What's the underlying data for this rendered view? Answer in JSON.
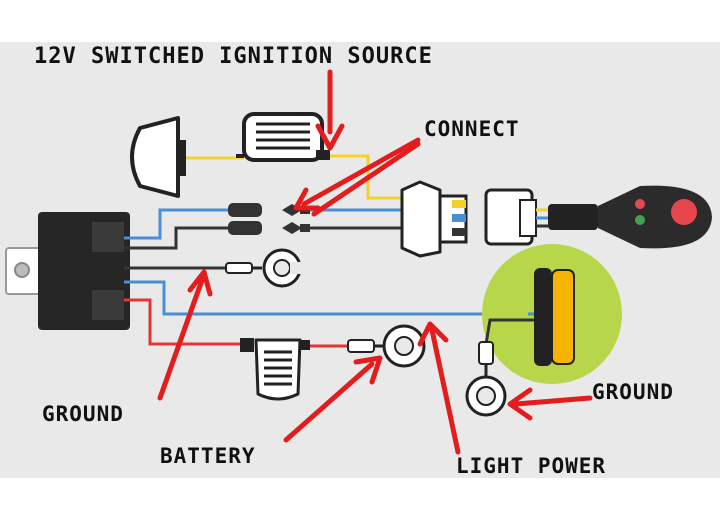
{
  "labels": {
    "ignition_source": "12V SWITCHED IGNITION SOURCE",
    "connect": "CONNECT",
    "ground_left": "GROUND",
    "ground_right": "GROUND",
    "battery": "BATTERY",
    "light_power": "LIGHT POWER"
  },
  "colors": {
    "arrow": "#e31d1d",
    "wire_yellow": "#f2d229",
    "wire_blue": "#4a8fd4",
    "wire_dark": "#333333",
    "wire_red": "#e23535",
    "relay": "#262626",
    "light_halo": "#b8d64a",
    "light_body": "#f5b400",
    "switch_red": "#e8464f",
    "switch_green": "#3fa34d"
  },
  "icons": [
    "headlight-icon",
    "fuse-holder-icon",
    "relay-icon",
    "wiring-harness-plug-icon",
    "rocker-switch-icon",
    "ring-terminal-icon",
    "fork-terminal-icon",
    "led-light-bar-icon"
  ]
}
